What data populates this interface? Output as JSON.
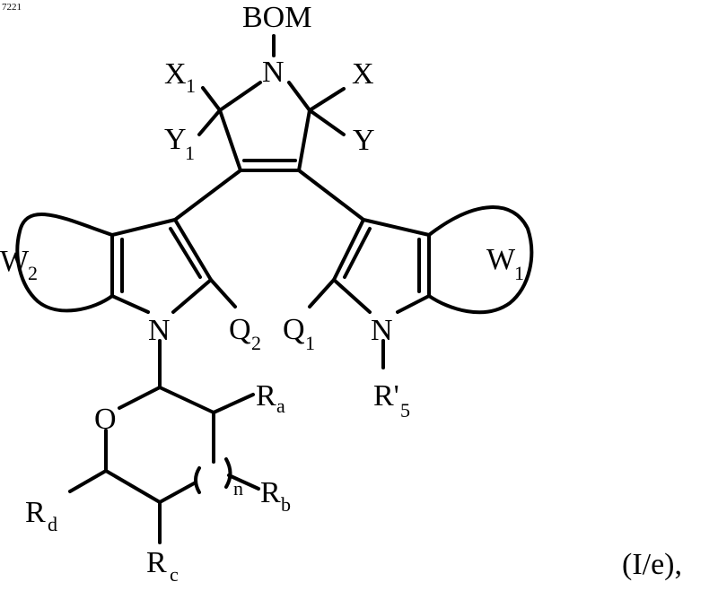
{
  "watermark": "7221",
  "labels": {
    "bom": "BOM",
    "n_top": "N",
    "x1": "X",
    "x1_sub": "1",
    "x": "X",
    "y1": "Y",
    "y1_sub": "1",
    "y": "Y",
    "w2": "W",
    "w2_sub": "2",
    "w1": "W",
    "w1_sub": "1",
    "n_left": "N",
    "n_right": "N",
    "q2": "Q",
    "q2_sub": "2",
    "q1": "Q",
    "q1_sub": "1",
    "r5": "R'",
    "r5_sub": "5",
    "o": "O",
    "ra": "R",
    "ra_sub": "a",
    "rb": "R",
    "rb_sub": "b",
    "n_index": "n",
    "rd": "R",
    "rd_sub": "d",
    "rc": "R",
    "rc_sub": "c"
  },
  "formula_id": "(I/e),"
}
